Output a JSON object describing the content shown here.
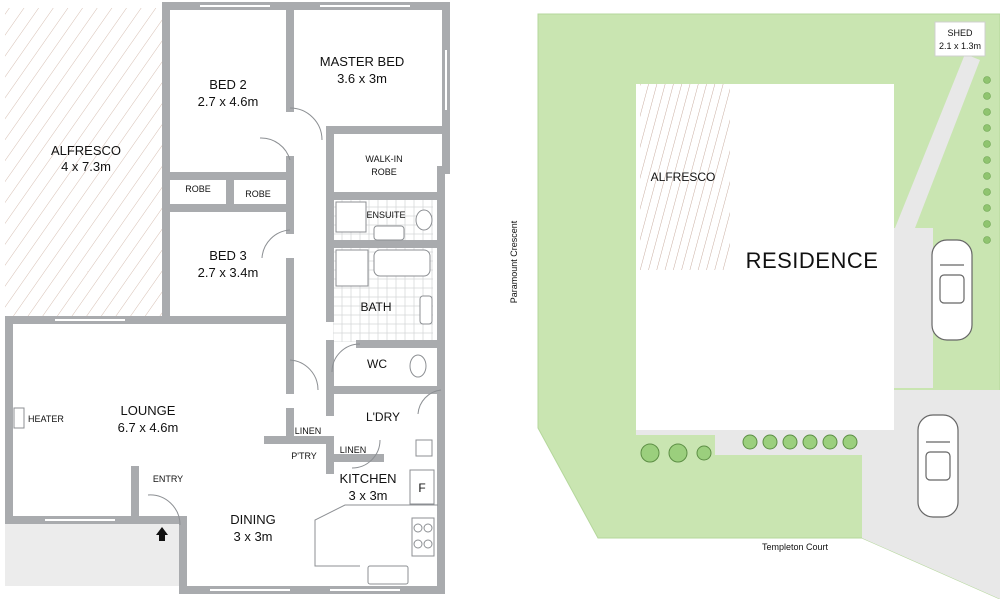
{
  "floor_plan": {
    "rooms": [
      {
        "id": "alfresco",
        "name": "ALFRESCO",
        "size": "4 x 7.3m"
      },
      {
        "id": "bed2",
        "name": "BED 2",
        "size": "2.7 x 4.6m"
      },
      {
        "id": "master",
        "name": "MASTER BED",
        "size": "3.6 x 3m"
      },
      {
        "id": "wir",
        "name": "WALK-IN",
        "name2": "ROBE"
      },
      {
        "id": "robe1",
        "name": "ROBE"
      },
      {
        "id": "robe2",
        "name": "ROBE"
      },
      {
        "id": "ensuite",
        "name": "ENSUITE"
      },
      {
        "id": "bed3",
        "name": "BED 3",
        "size": "2.7 x 3.4m"
      },
      {
        "id": "bath",
        "name": "BATH"
      },
      {
        "id": "wc",
        "name": "WC"
      },
      {
        "id": "lounge",
        "name": "LOUNGE",
        "size": "6.7 x 4.6m"
      },
      {
        "id": "heater",
        "name": "HEATER"
      },
      {
        "id": "linen1",
        "name": "LINEN"
      },
      {
        "id": "ldry",
        "name": "L'DRY"
      },
      {
        "id": "linen2",
        "name": "LINEN"
      },
      {
        "id": "ptry",
        "name": "P'TRY"
      },
      {
        "id": "kitchen",
        "name": "KITCHEN",
        "size": "3 x 3m"
      },
      {
        "id": "fridge",
        "name": "F"
      },
      {
        "id": "entry",
        "name": "ENTRY"
      },
      {
        "id": "dining",
        "name": "DINING",
        "size": "3 x 3m"
      }
    ]
  },
  "site_plan": {
    "shed_name": "SHED",
    "shed_size": "2.1 x 1.3m",
    "alfresco": "ALFRESCO",
    "residence": "RESIDENCE",
    "street_left": "Paramount Crescent",
    "street_bottom": "Templeton Court"
  },
  "colors": {
    "wall": "#a9abae",
    "lawn": "#c9e5b1",
    "lawn_edge": "#b5d79c",
    "paving": "#e8e8e8",
    "residence": "#ffffff",
    "deck_line": "#bfa79a",
    "fixture": "#8c8f93"
  }
}
